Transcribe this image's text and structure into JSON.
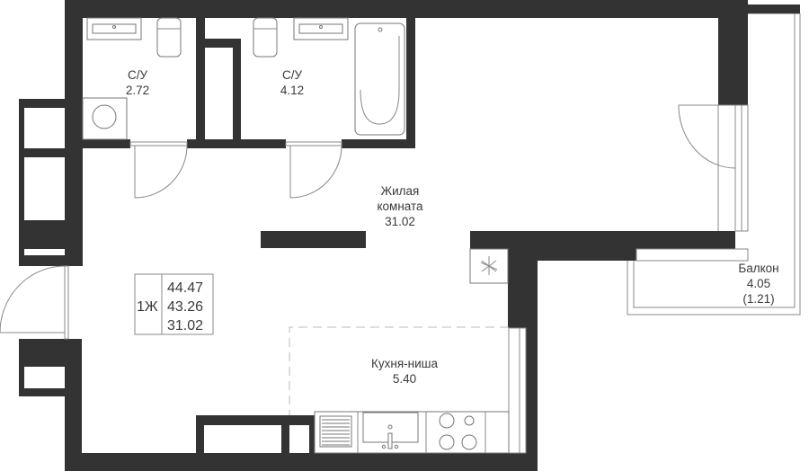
{
  "rooms": {
    "bathroom1": {
      "name": "С/У",
      "area": "2.72"
    },
    "bathroom2": {
      "name": "С/У",
      "area": "4.12"
    },
    "living": {
      "name_line1": "Жилая",
      "name_line2": "комната",
      "area": "31.02"
    },
    "kitchen": {
      "name": "Кухня-ниша",
      "area": "5.40"
    },
    "balcony": {
      "name": "Балкон",
      "area": "4.05",
      "reduced_area": "(1.21)"
    }
  },
  "summary": {
    "type": "1Ж",
    "total_area": "44.47",
    "area_without_balcony": "43.26",
    "living_area": "31.02"
  },
  "colors": {
    "wall": "#333333",
    "line": "#888888"
  }
}
